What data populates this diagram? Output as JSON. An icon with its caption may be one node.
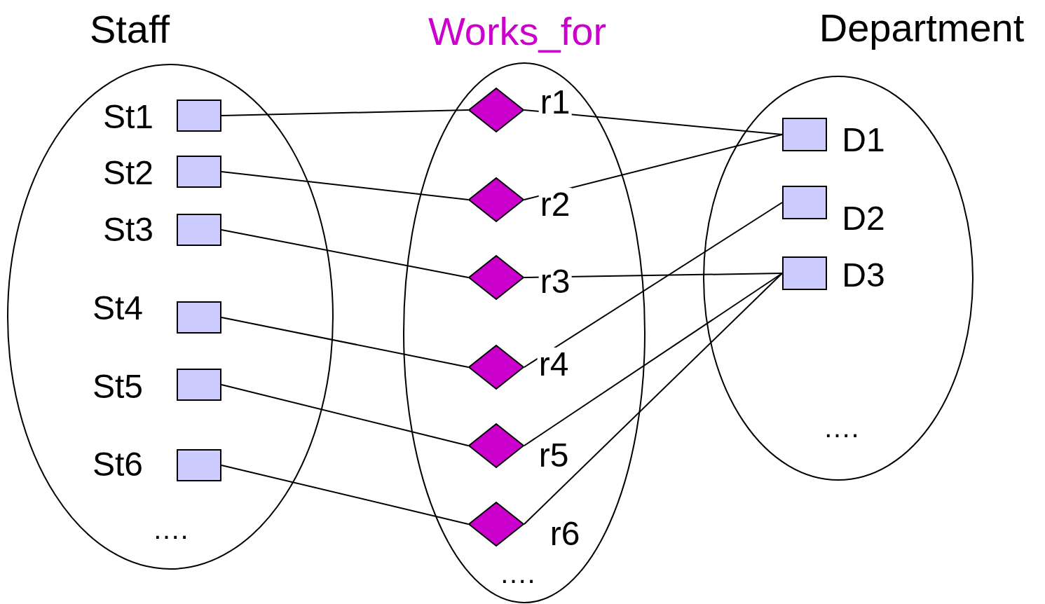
{
  "diagram": {
    "nodes": [
      {
        "text": [
          "Staff"
        ]
      },
      {
        "text": [],
        "shape": "box",
        "beside": [
          "St1"
        ],
        "in": 0
      },
      {
        "text": [],
        "shape": "box",
        "beside": [
          "St2"
        ],
        "in": 0
      },
      {
        "text": [],
        "shape": "box",
        "beside": [
          "St3"
        ],
        "in": 0
      },
      {
        "text": [],
        "shape": "box",
        "beside": [
          "St4"
        ],
        "in": 0
      },
      {
        "text": [],
        "shape": "box",
        "beside": [
          "St5"
        ],
        "in": 0
      },
      {
        "text": [],
        "shape": "box",
        "beside": [
          "St6"
        ],
        "in": 0
      },
      {
        "text": [
          "Works_for"
        ]
      },
      {
        "text": [],
        "shape": "diamond",
        "beside": [
          "r1"
        ],
        "in": 7
      },
      {
        "text": [],
        "shape": "diamond",
        "beside": [
          "r2"
        ],
        "in": 7
      },
      {
        "text": [],
        "shape": "diamond",
        "beside": [
          "r3"
        ],
        "in": 7
      },
      {
        "text": [],
        "shape": "diamond",
        "beside": [
          "r4"
        ],
        "in": 7
      },
      {
        "text": [],
        "shape": "diamond",
        "beside": [
          "r5"
        ],
        "in": 7
      },
      {
        "text": [],
        "shape": "diamond",
        "beside": [
          "r6"
        ],
        "in": 7
      },
      {
        "text": [
          "Department"
        ]
      },
      {
        "text": [],
        "shape": "box",
        "beside": [
          "D1"
        ],
        "in": 14
      },
      {
        "text": [],
        "shape": "box",
        "beside": [
          "D2"
        ],
        "in": 14
      },
      {
        "text": [],
        "shape": "box",
        "beside": [
          "D3"
        ],
        "in": 14
      }
    ],
    "edges": [
      {
        "from": 1,
        "to": 8,
        "arrow": "none"
      },
      {
        "from": 8,
        "to": 15,
        "arrow": "none"
      },
      {
        "from": 2,
        "to": 9,
        "arrow": "none"
      },
      {
        "from": 9,
        "to": 15,
        "arrow": "none"
      },
      {
        "from": 3,
        "to": 10,
        "arrow": "none"
      },
      {
        "from": 10,
        "to": 17,
        "arrow": "none"
      },
      {
        "from": 4,
        "to": 11,
        "arrow": "none"
      },
      {
        "from": 11,
        "to": 16,
        "arrow": "none"
      },
      {
        "from": 5,
        "to": 12,
        "arrow": "none"
      },
      {
        "from": 12,
        "to": 17,
        "arrow": "none"
      },
      {
        "from": 6,
        "to": 13,
        "arrow": "none"
      },
      {
        "from": 13,
        "to": 17,
        "arrow": "none"
      }
    ],
    "labels": [
      "….",
      "….",
      "…."
    ]
  }
}
